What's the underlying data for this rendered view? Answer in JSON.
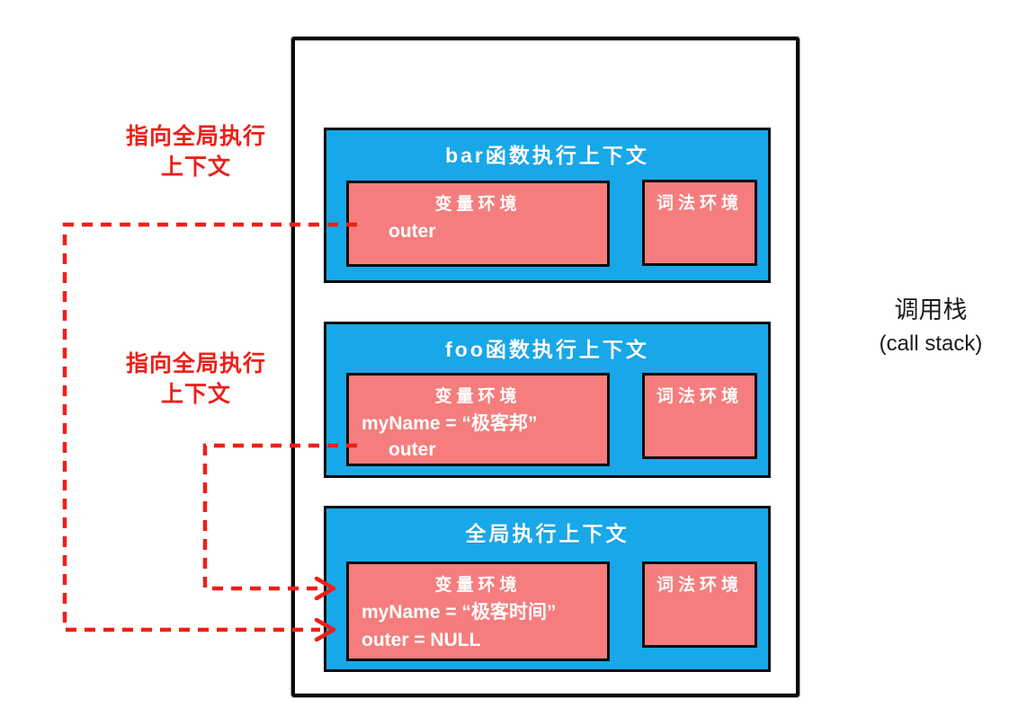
{
  "diagram": {
    "right_label": {
      "line1": "调用栈",
      "line2": "(call stack)"
    },
    "pointer_labels": [
      {
        "line1": "指向全局执行",
        "line2": "上下文"
      },
      {
        "line1": "指向全局执行",
        "line2": "上下文"
      }
    ],
    "contexts": [
      {
        "id": "bar",
        "title": "bar函数执行上下文",
        "variable_env": {
          "title": "变量环境",
          "entries": [
            "outer"
          ]
        },
        "lexical_env": {
          "title": "词法环境"
        }
      },
      {
        "id": "foo",
        "title": "foo函数执行上下文",
        "variable_env": {
          "title": "变量环境",
          "entries": [
            "myName = “极客邦”",
            "outer"
          ]
        },
        "lexical_env": {
          "title": "词法环境"
        }
      },
      {
        "id": "global",
        "title": "全局执行上下文",
        "variable_env": {
          "title": "变量环境",
          "entries": [
            "myName = “极客时间”",
            "outer = NULL"
          ]
        },
        "lexical_env": {
          "title": "词法环境"
        }
      }
    ],
    "colors": {
      "context_bg": "#18a8e9",
      "env_bg": "#f57d7d",
      "arrow": "#ee1f18",
      "border": "#0a0a0a",
      "text": "#ffffff"
    }
  }
}
